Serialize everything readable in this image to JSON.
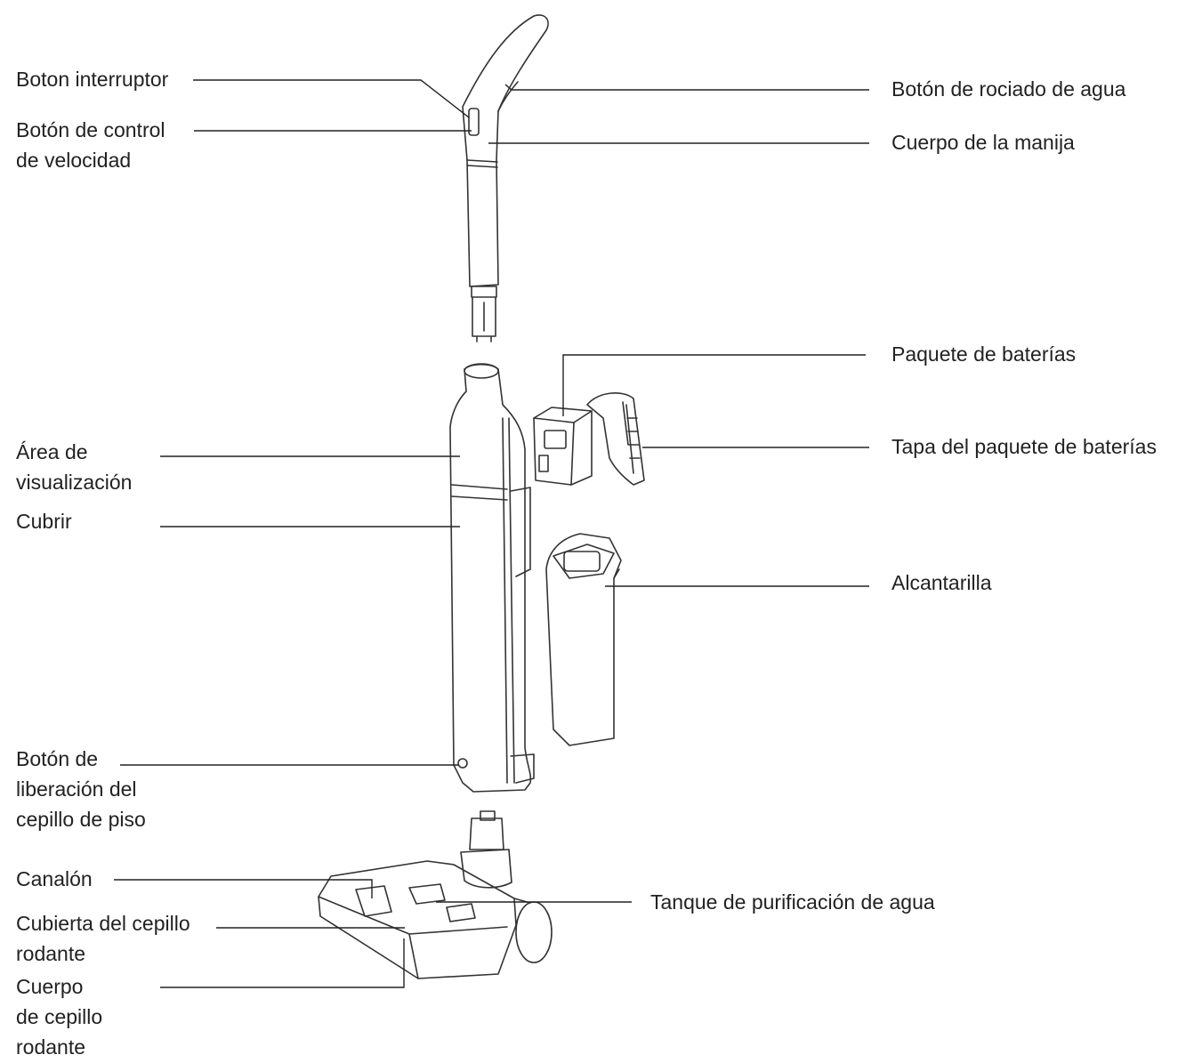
{
  "labels": {
    "boton_interruptor": "Boton interruptor",
    "boton_control_velocidad": "Botón de control\nde velocidad",
    "area_visualizacion": "Área de\nvisualización",
    "cubrir": "Cubrir",
    "boton_liberacion": "Botón de\nliberación del\ncepillo de piso",
    "canalon": "Canalón",
    "cubierta_cepillo": "Cubierta del cepillo\nrodante",
    "cuerpo_cepillo": "Cuerpo\nde cepillo\nrodante",
    "boton_rociado": "Botón de rociado de agua",
    "cuerpo_manija": "Cuerpo de la manija",
    "paquete_baterias": "Paquete de baterías",
    "tapa_paquete": "Tapa del paquete de baterías",
    "alcantarilla": "Alcantarilla",
    "tanque_purificacion": "Tanque de purificación de agua"
  }
}
